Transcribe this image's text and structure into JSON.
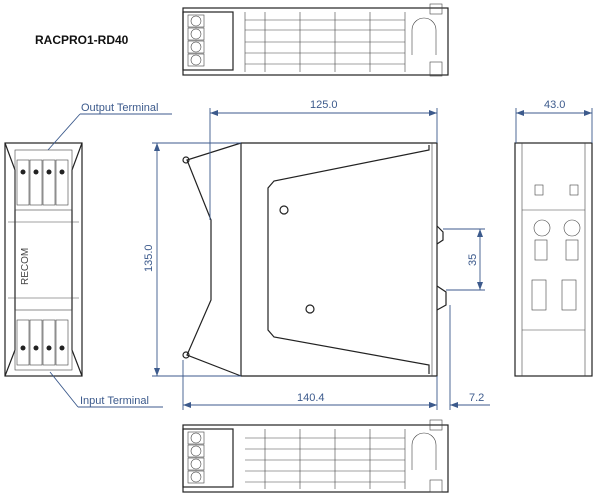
{
  "title": "RACPRO1-RD40",
  "labels": {
    "output_terminal": "Output Terminal",
    "input_terminal": "Input Terminal",
    "brand": "RECOM"
  },
  "dimensions": {
    "depth": "125.0",
    "height": "135.0",
    "overall_depth": "140.4",
    "rail_offset": "7.2",
    "rail_width": "35",
    "width": "43.0"
  },
  "colors": {
    "dimension": "#3c5a8c",
    "outline": "#222222"
  }
}
